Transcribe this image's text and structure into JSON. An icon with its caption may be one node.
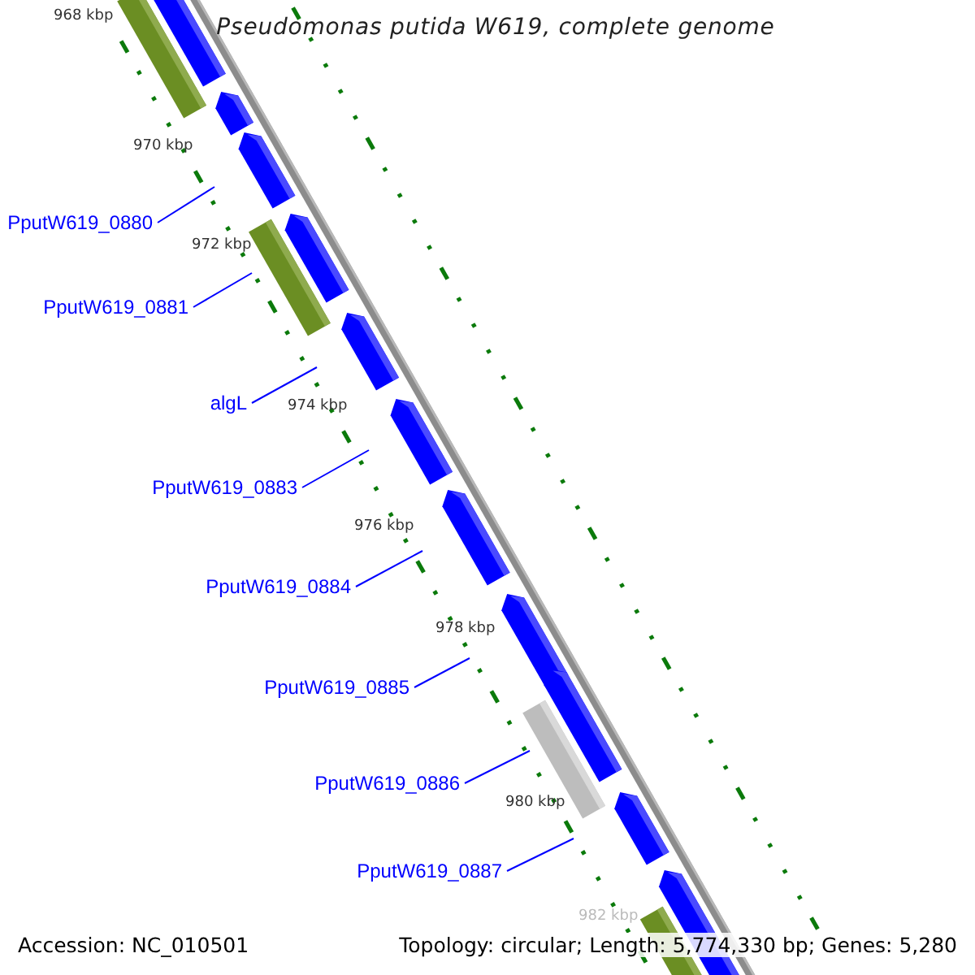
{
  "diagram": {
    "title": "Pseudomonas putida W619, complete genome",
    "nodes": [
      {
        "text": [
          "PputW619_0880"
        ]
      },
      {
        "text": [
          "PputW619_0881"
        ]
      },
      {
        "text": [
          "algL"
        ]
      },
      {
        "text": [
          "PputW619_0883"
        ]
      },
      {
        "text": [
          "PputW619_0884"
        ]
      },
      {
        "text": [
          "PputW619_0885"
        ]
      },
      {
        "text": [
          "PputW619_0886"
        ]
      },
      {
        "text": [
          "PputW619_0887"
        ]
      }
    ],
    "edges": [
      {
        "from": 0,
        "to": null,
        "arrow": "none"
      },
      {
        "from": 1,
        "to": null,
        "arrow": "none"
      },
      {
        "from": 2,
        "to": null,
        "arrow": "none"
      },
      {
        "from": 3,
        "to": null,
        "arrow": "none"
      },
      {
        "from": 4,
        "to": null,
        "arrow": "none"
      },
      {
        "from": 5,
        "to": null,
        "arrow": "none"
      },
      {
        "from": 6,
        "to": null,
        "arrow": "none"
      },
      {
        "from": 7,
        "to": null,
        "arrow": "none"
      }
    ],
    "labels": [
      "968 kbp",
      "970 kbp",
      "972 kbp",
      "974 kbp",
      "976 kbp",
      "978 kbp",
      "980 kbp",
      "982 kbp",
      "Accession: NC_010501",
      "Topology: circular; Length: 5,774,330 bp; Genes: 5,280"
    ]
  }
}
